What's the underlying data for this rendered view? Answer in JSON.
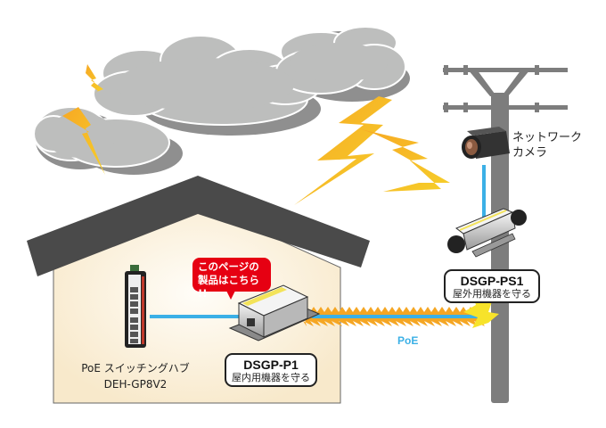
{
  "callout": {
    "line1": "このページの",
    "line2": "製品はこちら !!",
    "color": "#e60012"
  },
  "camera": {
    "line1": "ネットワーク",
    "line2": "カメラ"
  },
  "hub": {
    "line1": "PoE スイッチングハブ",
    "line2": "DEH-GP8V2"
  },
  "indoor_device": {
    "model": "DSGP-P1",
    "description": "屋内用機器を守る"
  },
  "outdoor_device": {
    "model": "DSGP-PS1",
    "description": "屋外用機器を守る"
  },
  "cable_label": "PoE",
  "colors": {
    "cable": "#3bb0e6",
    "surge": "#f5a623",
    "lightning": "#f2b322",
    "roof": "#4a4a4a",
    "wall": "#fbf1dd",
    "cloud": "#bdbebd",
    "pole": "#7d7d7d"
  },
  "icons": [
    "cloud-icon",
    "lightning-icon",
    "house-icon",
    "switching-hub-icon",
    "surge-protector-icon",
    "utility-pole-icon",
    "network-camera-icon"
  ]
}
